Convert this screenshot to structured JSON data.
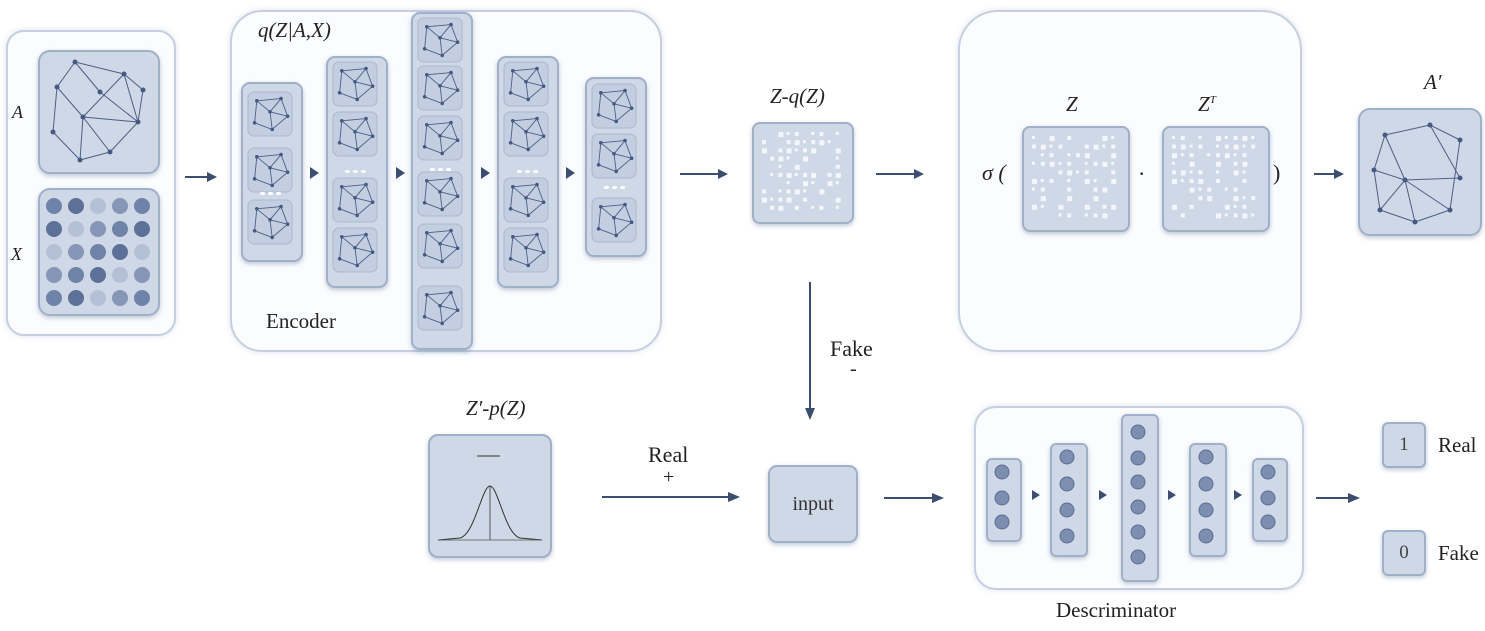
{
  "inputs": {
    "a_label": "A",
    "x_label": "X"
  },
  "encoder": {
    "title": "q(Z|A,X)",
    "label": "Encoder"
  },
  "latent": {
    "label": "Z-q(Z)"
  },
  "decoder": {
    "sigma": "σ (",
    "z": "Z",
    "dot": "·",
    "zt": "Z",
    "zt_sup": "T",
    "close": ")"
  },
  "output": {
    "label": "A′"
  },
  "fake_path": {
    "label": "Fake",
    "sign": "-"
  },
  "prior": {
    "label": "Z′-p(Z)"
  },
  "real_path": {
    "label": "Real",
    "sign": "+"
  },
  "input_box": {
    "label": "input"
  },
  "discriminator": {
    "label": "Descriminator"
  },
  "outputs": [
    {
      "value": "1",
      "label": "Real"
    },
    {
      "value": "0",
      "label": "Fake"
    }
  ],
  "colors": {
    "panel_border": "#c5cfe0",
    "tile": "#cfd8e6",
    "arrow": "#3c4e70"
  }
}
